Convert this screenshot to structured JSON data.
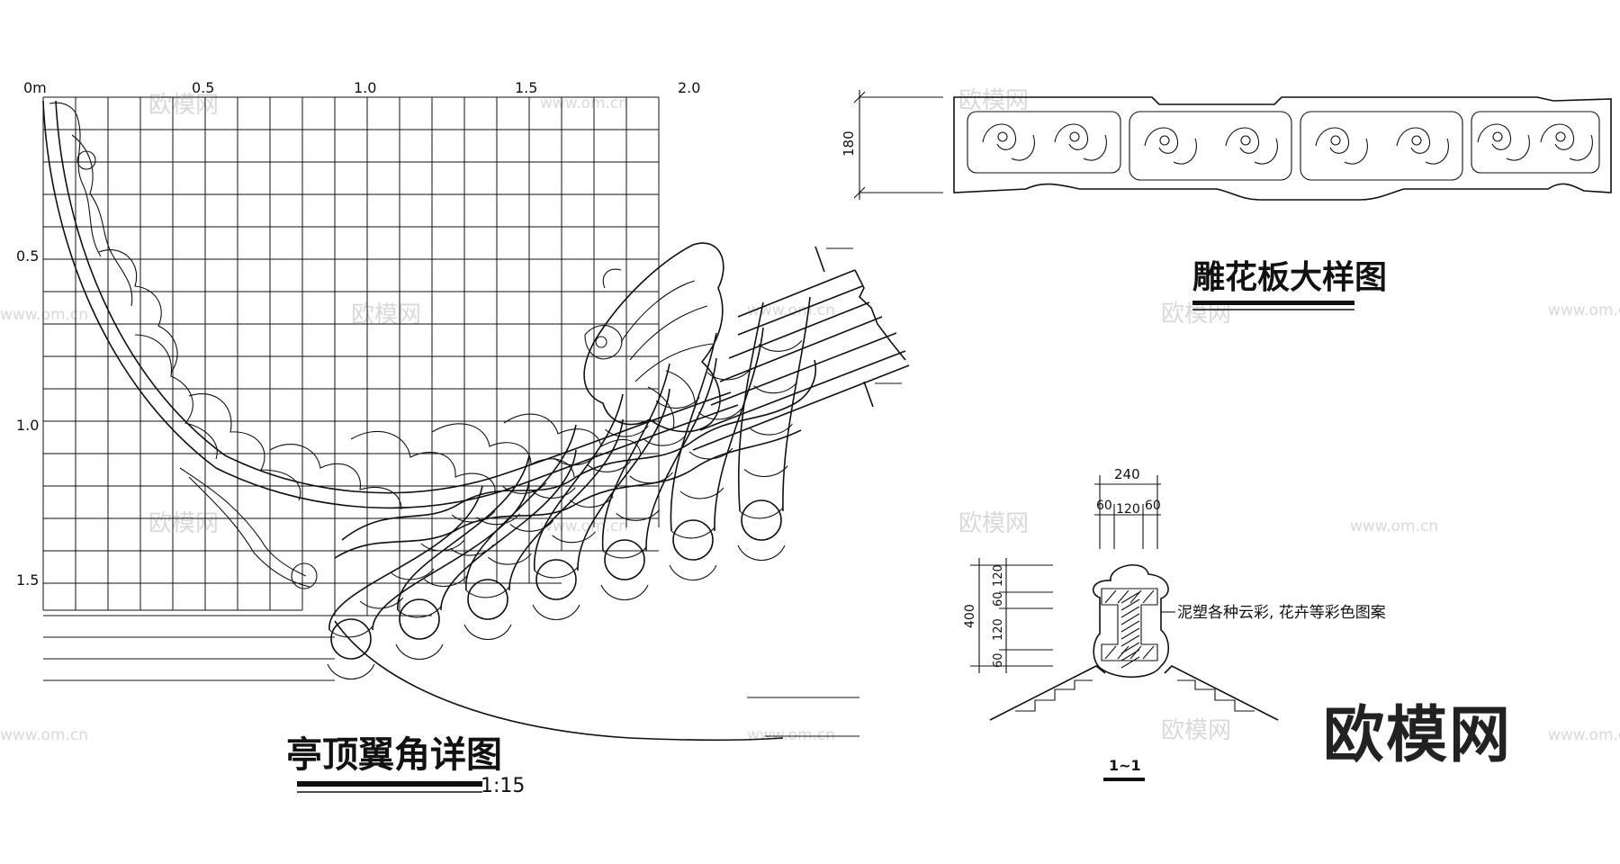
{
  "scale_ruler": {
    "origin_label": "0m",
    "x_ticks": [
      "0.5",
      "1.0",
      "1.5",
      "2.0"
    ],
    "y_ticks": [
      "0.5",
      "1.0",
      "1.5"
    ]
  },
  "corner_detail": {
    "title": "亭顶翼角详图",
    "scale": "1:15"
  },
  "carved_panel": {
    "title": "雕花板大样图",
    "height_dim": "180"
  },
  "section": {
    "title": "1~1",
    "top_total": "240",
    "top_parts": [
      "60",
      "120",
      "60"
    ],
    "side_total": "400",
    "side_parts": [
      "120",
      "60",
      "120",
      "60"
    ],
    "note": "泥塑各种云彩, 花卉等彩色图案"
  },
  "watermark": {
    "brand": "欧模网",
    "url": "www.om.cn"
  },
  "colors": {
    "ink": "#111111",
    "watermark": "#d9d9d9"
  }
}
